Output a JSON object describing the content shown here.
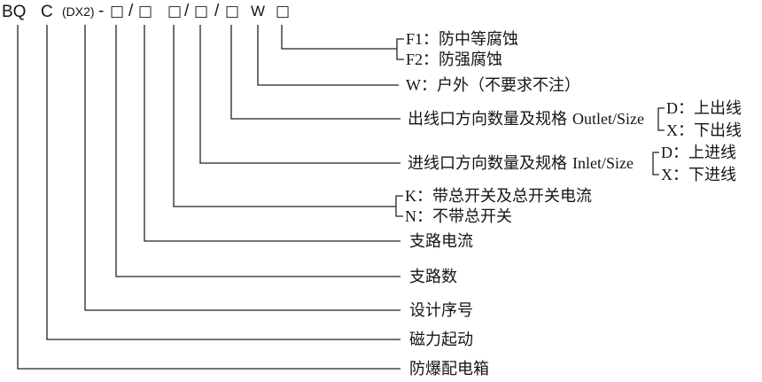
{
  "code": {
    "series": "BQ",
    "start": "C",
    "design": "(DX2)",
    "dash": "-",
    "box": "□",
    "slash": "/",
    "outdoor": "W"
  },
  "corrosion": {
    "options": [
      {
        "key": "F1",
        "desc": "：防中等腐蚀"
      },
      {
        "key": "F2",
        "desc": "：防强腐蚀"
      }
    ]
  },
  "outdoor": {
    "key": "W",
    "desc": "：户外（不要求不注）"
  },
  "outlet": {
    "label": "出线口方向数量及规格",
    "label_en": "Outlet/Size",
    "options": [
      {
        "key": "D",
        "desc": "：上出线"
      },
      {
        "key": "X",
        "desc": "：下出线"
      }
    ]
  },
  "inlet": {
    "label": "进线口方向数量及规格",
    "label_en": "Inlet/Size",
    "options": [
      {
        "key": "D",
        "desc": "：上进线"
      },
      {
        "key": "X",
        "desc": "：下进线"
      }
    ]
  },
  "main_switch": {
    "options": [
      {
        "key": "K",
        "desc": "：带总开关及总开关电流"
      },
      {
        "key": "N",
        "desc": "：不带总开关"
      }
    ]
  },
  "branch_current": "支路电流",
  "branch_count": "支路数",
  "design_no": "设计序号",
  "magnetic_start": "磁力起动",
  "explosion_proof_box": "防爆配电箱"
}
